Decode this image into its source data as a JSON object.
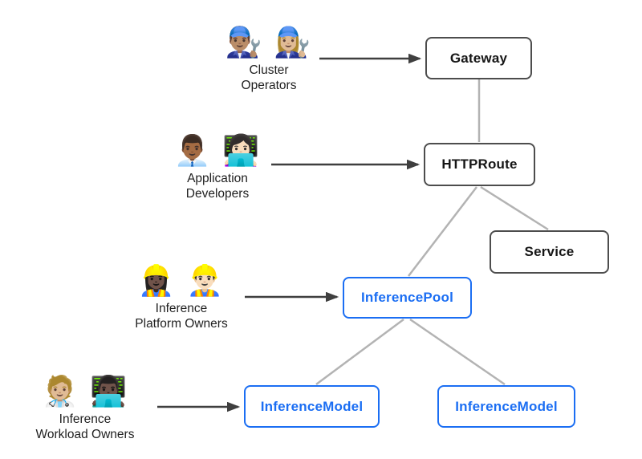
{
  "colors": {
    "accent_blue": "#1b6ef3",
    "node_border_dark": "#4d4d4d",
    "node_text_dark": "#161616",
    "connector": "#b3b3b3",
    "arrow": "#3f3f3f",
    "label_text": "#1f1f1f",
    "background": "#ffffff"
  },
  "actors": [
    {
      "name": "cluster-operators",
      "emojis": "👨🏽‍🔧 👩🏼‍🔧",
      "line1": "Cluster",
      "line2": "Operators"
    },
    {
      "name": "application-developers",
      "emojis": "👨🏾‍💼 👩🏻‍💻",
      "line1": "Application",
      "line2": "Developers"
    },
    {
      "name": "inference-platform-owners",
      "emojis": "👷🏿‍♀️ 👷🏻‍♂️",
      "line1": "Inference",
      "line2": "Platform Owners"
    },
    {
      "name": "inference-workload-owners",
      "emojis": "🧑🏼‍⚕️ 👨🏿‍💻",
      "line1": "Inference",
      "line2": "Workload Owners"
    }
  ],
  "nodes": {
    "gateway": {
      "label": "Gateway"
    },
    "httproute": {
      "label": "HTTPRoute"
    },
    "service": {
      "label": "Service"
    },
    "inference_pool": {
      "label": "InferencePool"
    },
    "inference_model_1": {
      "label": "InferenceModel"
    },
    "inference_model_2": {
      "label": "InferenceModel"
    }
  }
}
